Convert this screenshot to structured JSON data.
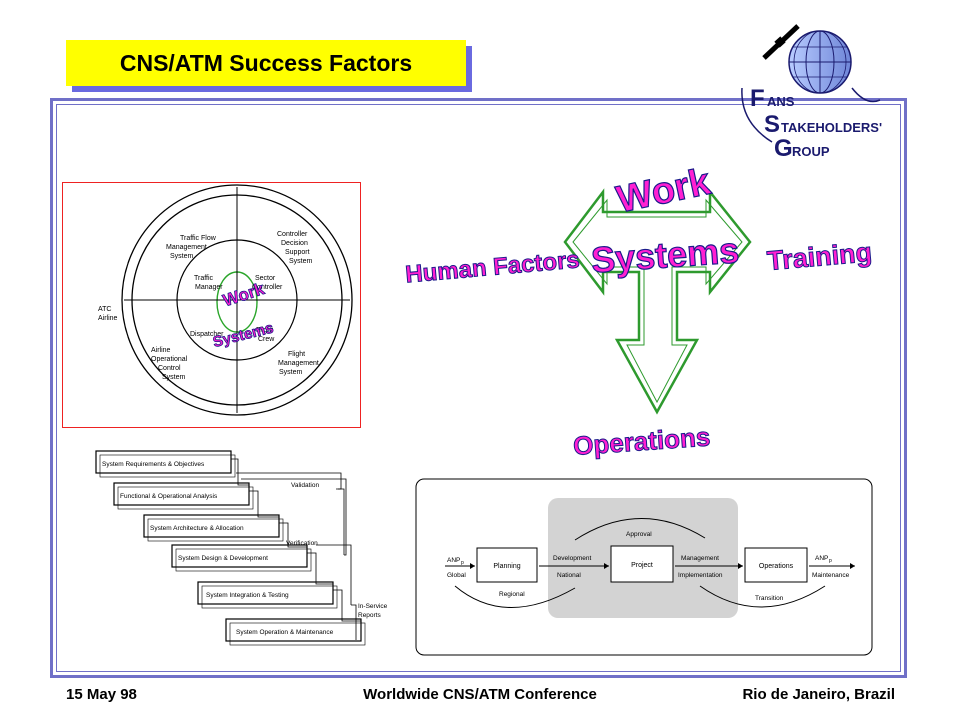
{
  "slide": {
    "title": "CNS/ATM Success Factors",
    "footer": {
      "date": "15 May 98",
      "conference": "Worldwide CNS/ATM Conference",
      "location": "Rio de Janeiro, Brazil"
    }
  },
  "logo": {
    "line1_first": "F",
    "line1_rest": "ANS",
    "line2_first": "S",
    "line2_rest": "TAKEHOLDERS'",
    "line3_first": "G",
    "line3_rest": "ROUP"
  },
  "circle_diagram": {
    "outer_labels": {
      "tfms": [
        "Traffic Flow",
        "Management",
        "System"
      ],
      "cdss": [
        "Controller",
        "Decision",
        "Support",
        "System"
      ],
      "atc": [
        "ATC",
        "Airline"
      ],
      "aocs": [
        "Airline",
        "Operational",
        "Control",
        "System"
      ],
      "fms": [
        "Flight",
        "Management",
        "System"
      ]
    },
    "inner_labels": {
      "traffic_manager": [
        "Traffic",
        "Manager"
      ],
      "sector_controller": [
        "Sector",
        "Controller"
      ],
      "dispatcher": "Dispatcher",
      "flight_crew": [
        "Flight",
        "Crew"
      ]
    },
    "center_word1": "Work",
    "center_word2": "Systems"
  },
  "arrow_diagram": {
    "top": "Work",
    "center": "Systems",
    "left": "Human Factors",
    "right": "Training",
    "bottom": "Operations"
  },
  "waterfall": {
    "steps": [
      "System Requirements & Objectives",
      "Functional & Operational Analysis",
      "System Architecture & Allocation",
      "System Design & Development",
      "System Integration & Testing",
      "System Operation & Maintenance"
    ],
    "feedback": {
      "validation": "Validation",
      "verification": "Verification",
      "in_service": [
        "In-Service",
        "Reports"
      ]
    }
  },
  "process_flow": {
    "boxes": {
      "planning": "Planning",
      "project": "Project",
      "operations": "Operations"
    },
    "labels": {
      "approval": "Approval",
      "anp_left": "ANP",
      "anp_right": "ANP",
      "anp_subscript": "p",
      "global": "Global",
      "regional": "Regional",
      "development": "Development",
      "national": "National",
      "management": "Management",
      "implementation": "Implementation",
      "maintenance": "Maintenance",
      "transition": "Transition"
    }
  },
  "colors": {
    "title_bg": "#ffff00",
    "title_shadow": "#6a6ae0",
    "frame": "#7070c8",
    "arrow_outline": "#2e9a2e",
    "wordart_fill": "#ff1fd2",
    "wordart_outline": "#1a1a8a",
    "logo_navy": "#1a1a6e",
    "red_frame": "#ee2222"
  }
}
